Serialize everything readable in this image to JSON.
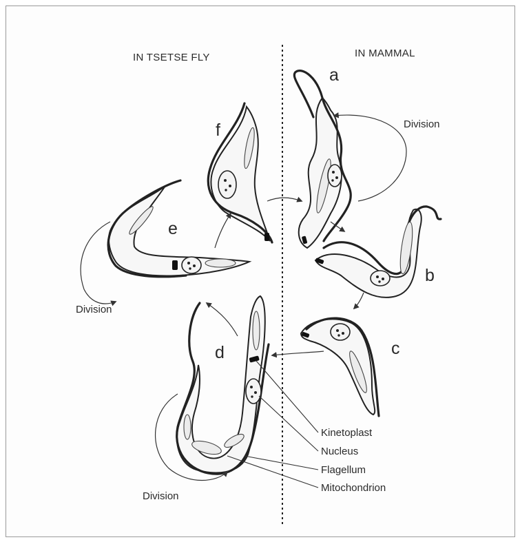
{
  "headers": {
    "left": "IN TSETSE FLY",
    "right": "IN MAMMAL"
  },
  "stages": [
    "a",
    "b",
    "c",
    "d",
    "e",
    "f"
  ],
  "division_labels": [
    "Division",
    "Division",
    "Division"
  ],
  "structure_labels": [
    "Kinetoplast",
    "Nucleus",
    "Flagellum",
    "Mitochondrion"
  ]
}
